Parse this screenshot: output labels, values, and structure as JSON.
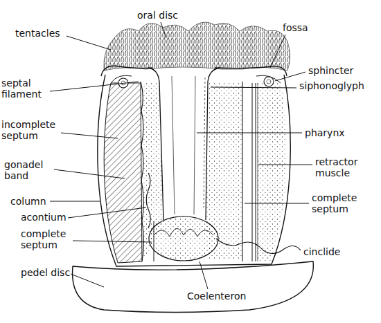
{
  "diagram": {
    "labels": [
      "oral disc",
      "tentacles",
      "fossa",
      "sphincter",
      "siphonoglyph",
      "septal filament",
      "incomplete septum",
      "gonadel band",
      "column",
      "acontium",
      "complete septum",
      "pedel disc",
      "pharynx",
      "retractor muscle",
      "complete septum",
      "cinclide",
      "Coelenteron"
    ]
  }
}
